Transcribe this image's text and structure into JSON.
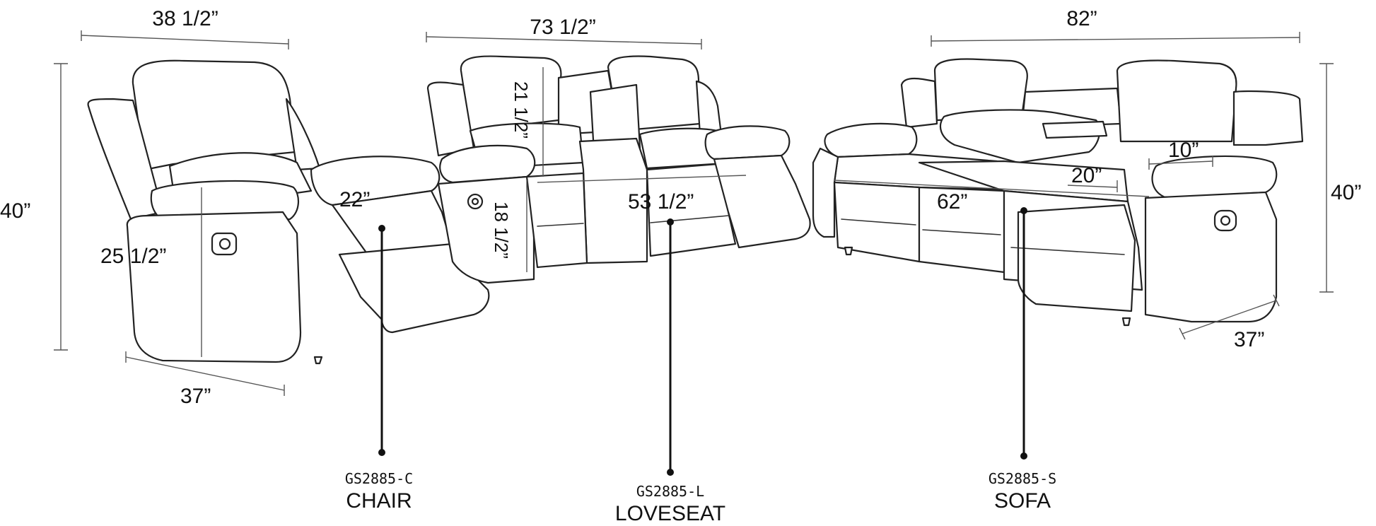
{
  "chair": {
    "width": "38 1/2”",
    "height": "40”",
    "seat_height": "25 1/2”",
    "seat_depth": "22”",
    "depth": "37”",
    "code": "GS2885-C",
    "name": "CHAIR"
  },
  "loveseat": {
    "width": "73 1/2”",
    "console_height": "21 1/2”",
    "arm_height": "18 1/2”",
    "inner_width": "53 1/2”",
    "code": "GS2885-L",
    "name": "LOVESEAT"
  },
  "sofa": {
    "width": "82”",
    "height": "40”",
    "inner_width": "62”",
    "seat_depth": "20”",
    "arm_width": "10”",
    "depth": "37”",
    "code": "GS2885-S",
    "name": "SOFA"
  }
}
